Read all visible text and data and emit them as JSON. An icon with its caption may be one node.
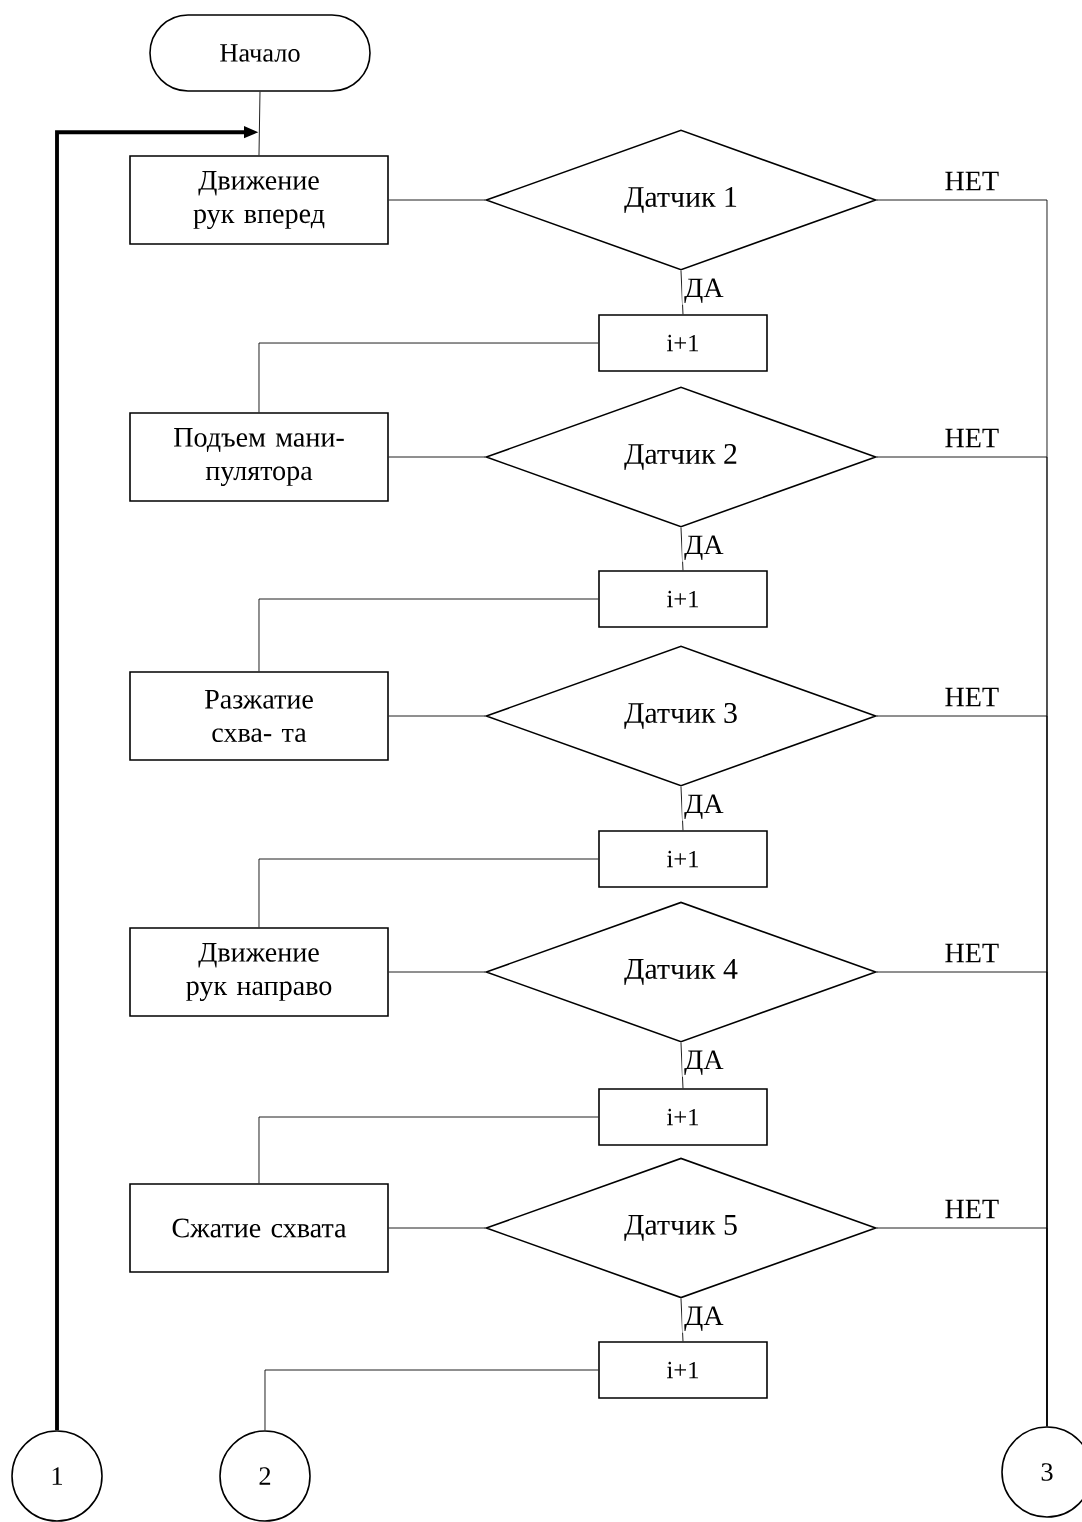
{
  "diagram": {
    "nodes": [
      {
        "text": [
          "Начало"
        ]
      },
      {
        "text": [
          "Движение рук вперед"
        ]
      },
      {
        "text": [
          "Датчик 1"
        ]
      },
      {
        "text": [
          "i+1"
        ]
      },
      {
        "text": [
          "Подъем мани- пулятора"
        ]
      },
      {
        "text": [
          "Датчик 2"
        ]
      },
      {
        "text": [
          "i+1"
        ]
      },
      {
        "text": [
          "Разжатие схва- та"
        ]
      },
      {
        "text": [
          "Датчик 3"
        ]
      },
      {
        "text": [
          "i+1"
        ]
      },
      {
        "text": [
          "Движение рук направо"
        ]
      },
      {
        "text": [
          "Датчик 4"
        ]
      },
      {
        "text": [
          "i+1"
        ]
      },
      {
        "text": [
          "Сжатие схвата"
        ]
      },
      {
        "text": [
          "Датчик 5"
        ]
      },
      {
        "text": [
          "i+1"
        ]
      },
      {
        "text": [
          "1"
        ]
      },
      {
        "text": [
          "2"
        ]
      },
      {
        "text": [
          "3"
        ]
      }
    ],
    "edges": [
      {
        "from": 0,
        "to": 1,
        "arrow": "none"
      },
      {
        "from": 16,
        "to": 1,
        "arrow": "to",
        "style": "thick"
      },
      {
        "from": 1,
        "to": 2,
        "arrow": "none"
      },
      {
        "from": 2,
        "to": 3,
        "arrow": "none",
        "label": "ДА"
      },
      {
        "from": 2,
        "to": 18,
        "arrow": "none",
        "label": "НЕТ"
      },
      {
        "from": 3,
        "to": 4,
        "arrow": "none"
      },
      {
        "from": 4,
        "to": 5,
        "arrow": "none"
      },
      {
        "from": 5,
        "to": 6,
        "arrow": "none",
        "label": "ДА"
      },
      {
        "from": 5,
        "to": 18,
        "arrow": "none",
        "label": "НЕТ"
      },
      {
        "from": 6,
        "to": 7,
        "arrow": "none"
      },
      {
        "from": 7,
        "to": 8,
        "arrow": "none"
      },
      {
        "from": 8,
        "to": 9,
        "arrow": "none",
        "label": "ДА"
      },
      {
        "from": 8,
        "to": 18,
        "arrow": "none",
        "label": "НЕТ"
      },
      {
        "from": 9,
        "to": 10,
        "arrow": "none"
      },
      {
        "from": 10,
        "to": 11,
        "arrow": "none"
      },
      {
        "from": 11,
        "to": 12,
        "arrow": "none",
        "label": "ДА"
      },
      {
        "from": 11,
        "to": 18,
        "arrow": "none",
        "label": "НЕТ"
      },
      {
        "from": 12,
        "to": 13,
        "arrow": "none"
      },
      {
        "from": 13,
        "to": 14,
        "arrow": "none"
      },
      {
        "from": 14,
        "to": 15,
        "arrow": "none",
        "label": "ДА"
      },
      {
        "from": 14,
        "to": 18,
        "arrow": "none",
        "label": "НЕТ"
      },
      {
        "from": 15,
        "to": 17,
        "arrow": "none"
      }
    ]
  }
}
